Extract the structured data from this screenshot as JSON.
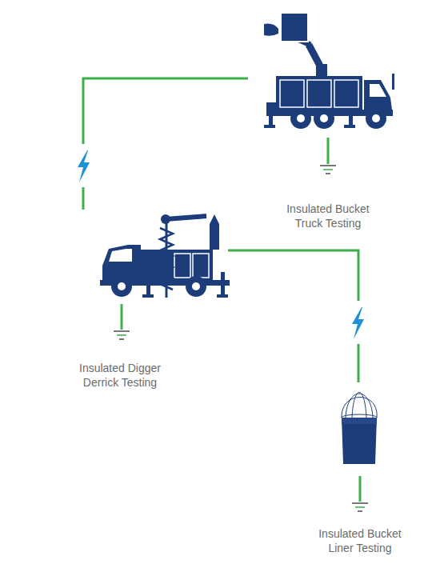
{
  "diagram": {
    "nodes": [
      {
        "text": [
          "Insulated Bucket Truck Testing"
        ]
      },
      {
        "text": [
          "Insulated Digger Derrick Testing"
        ]
      },
      {
        "text": [
          "Insulated Bucket Liner Testing"
        ]
      }
    ],
    "edges": [
      {
        "from": 0,
        "to": 1,
        "arrow": "none"
      },
      {
        "from": 1,
        "to": 2,
        "arrow": "none"
      }
    ]
  }
}
